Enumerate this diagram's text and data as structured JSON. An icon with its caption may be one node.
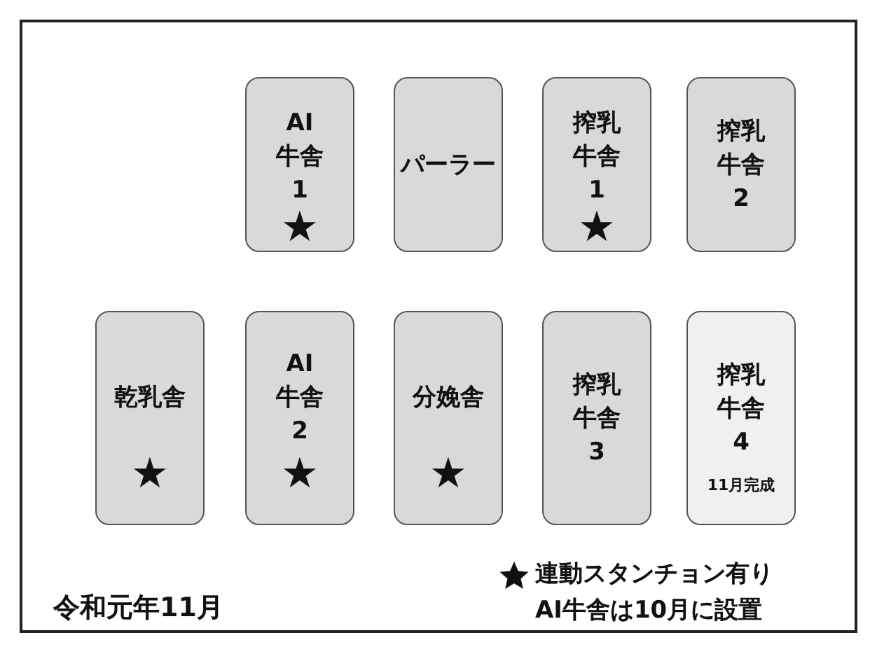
{
  "diagram": {
    "nodes": [
      {
        "text": [
          "AI 牛舎 1",
          "★"
        ]
      },
      {
        "text": [
          "パーラー"
        ]
      },
      {
        "text": [
          "搾乳牛舎1",
          "★"
        ]
      },
      {
        "text": [
          "搾乳牛舎2"
        ]
      },
      {
        "text": [
          "乾乳舎",
          "★"
        ]
      },
      {
        "text": [
          "AI 牛舎 2",
          "★"
        ]
      },
      {
        "text": [
          "分娩舎",
          "★"
        ]
      },
      {
        "text": [
          "搾乳牛舎3"
        ]
      },
      {
        "text": [
          "搾乳牛舎4",
          "11月完成"
        ]
      }
    ],
    "labels": [
      "令和元年11月",
      "AI牛舎は10月に設置"
    ],
    "legend": [
      {
        "text": "連動スタンチョン有り"
      }
    ]
  }
}
